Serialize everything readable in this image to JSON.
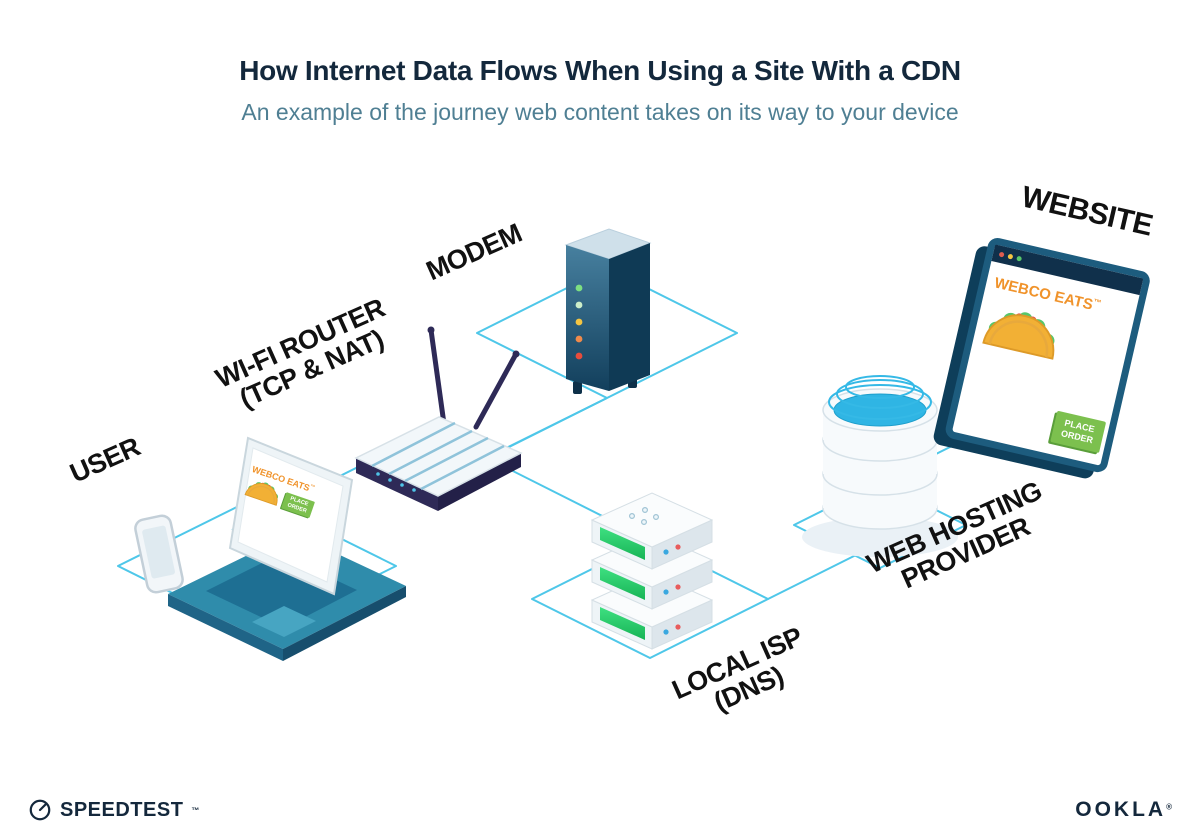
{
  "header": {
    "title": "How Internet Data Flows When Using a Site With a CDN",
    "subtitle": "An example of the journey web content takes on its way to your device"
  },
  "nodes": {
    "user": {
      "label": "USER"
    },
    "wifi_router": {
      "label": "WI-FI ROUTER",
      "sublabel": "(TCP & NAT)"
    },
    "modem": {
      "label": "MODEM"
    },
    "local_isp": {
      "label": "LOCAL ISP",
      "sublabel": "(DNS)"
    },
    "web_hosting": {
      "label": "WEB HOSTING",
      "sublabel": "PROVIDER"
    },
    "website": {
      "label": "WEBSITE"
    }
  },
  "webco_page": {
    "brand": "WEBCO EATS",
    "brand_mark": "™",
    "order_button": "PLACE ORDER"
  },
  "footer": {
    "speedtest_label": "SPEEDTEST",
    "speedtest_mark": "™",
    "ookla_label": "OOKLA",
    "ookla_mark": "®"
  },
  "colors": {
    "connection_line": "#4ec7e9",
    "title_text": "#13283c",
    "subtitle_text": "#4f7f93",
    "label_text": "#111111",
    "brand_orange": "#f0932b",
    "button_green": "#7cc04e",
    "teal_dark": "#1d5c7e",
    "navy_router": "#2e2a57",
    "server_green": "#2ad46c",
    "water_blue": "#2fb5e4"
  }
}
